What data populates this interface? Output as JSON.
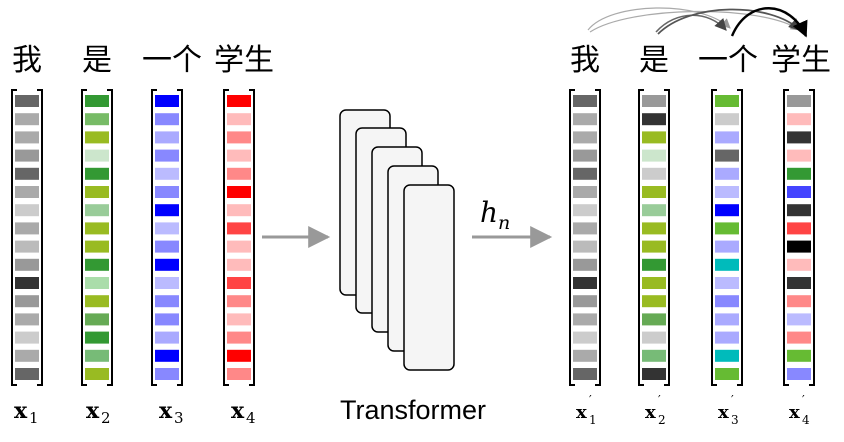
{
  "diagram": {
    "tokens": [
      "我",
      "是",
      "一个",
      "学生"
    ],
    "input_vars": [
      {
        "sym": "x",
        "sub": "1"
      },
      {
        "sym": "x",
        "sub": "2"
      },
      {
        "sym": "x",
        "sub": "3"
      },
      {
        "sym": "x",
        "sub": "4"
      }
    ],
    "output_vars": [
      {
        "sym": "x",
        "sub": "1",
        "prime": "′"
      },
      {
        "sym": "x",
        "sub": "2",
        "prime": "′"
      },
      {
        "sym": "x",
        "sub": "3",
        "prime": "′"
      },
      {
        "sym": "x",
        "sub": "4",
        "prime": "′"
      }
    ],
    "model_label": "Transformer",
    "hidden_label": {
      "base": "h",
      "sub": "n"
    },
    "colors": {
      "bracket": "#000000",
      "arrow": "#999999",
      "card_fill": "#f5f5f5",
      "card_stroke": "#000000"
    },
    "input_vectors": [
      [
        "#666666",
        "#aaaaaa",
        "#aaaaaa",
        "#999999",
        "#666666",
        "#aaaaaa",
        "#cccccc",
        "#aaaaaa",
        "#bbbbbb",
        "#999999",
        "#333333",
        "#999999",
        "#aaaaaa",
        "#cccccc",
        "#aaaaaa",
        "#666666"
      ],
      [
        "#339933",
        "#77bb66",
        "#99bb22",
        "#cce6cc",
        "#339933",
        "#99bb22",
        "#99cc99",
        "#99bb22",
        "#99bb22",
        "#339933",
        "#aaddaa",
        "#99bb22",
        "#66aa55",
        "#339933",
        "#77bb77",
        "#99bb22"
      ],
      [
        "#0000ff",
        "#8888ff",
        "#aaaaff",
        "#8888ff",
        "#bbbbff",
        "#8888ff",
        "#0000ff",
        "#bbbbff",
        "#8888ff",
        "#0000ff",
        "#bbbbff",
        "#8888ff",
        "#8888ff",
        "#aaaaff",
        "#0000ff",
        "#8888ff"
      ],
      [
        "#ff0000",
        "#ffbbbb",
        "#ff8888",
        "#ffbbbb",
        "#ff8888",
        "#ff0000",
        "#ffbbbb",
        "#ff4444",
        "#ffbbbb",
        "#ffbbbb",
        "#ff4444",
        "#ff8888",
        "#ffbbbb",
        "#ff8888",
        "#ff0000",
        "#ff8888"
      ]
    ],
    "output_vectors": [
      [
        "#666666",
        "#aaaaaa",
        "#aaaaaa",
        "#999999",
        "#666666",
        "#aaaaaa",
        "#cccccc",
        "#aaaaaa",
        "#bbbbbb",
        "#999999",
        "#333333",
        "#999999",
        "#aaaaaa",
        "#cccccc",
        "#aaaaaa",
        "#666666"
      ],
      [
        "#999999",
        "#333333",
        "#99bb22",
        "#cce6cc",
        "#cccccc",
        "#99bb22",
        "#99cc99",
        "#99bb22",
        "#99bb22",
        "#339933",
        "#99bb22",
        "#99bb22",
        "#66aa55",
        "#cccccc",
        "#77bb77",
        "#333333"
      ],
      [
        "#66bb33",
        "#cccccc",
        "#aaaaff",
        "#666666",
        "#aaaaff",
        "#bbbbff",
        "#0000ff",
        "#66bb33",
        "#aaaaff",
        "#00bbbb",
        "#bbbbff",
        "#8888ff",
        "#aaaaff",
        "#aaaaff",
        "#00bbbb",
        "#66bb33"
      ],
      [
        "#999999",
        "#ffbbbb",
        "#333333",
        "#ffbbbb",
        "#339933",
        "#4444ff",
        "#333333",
        "#ff4444",
        "#000000",
        "#ffbbbb",
        "#333333",
        "#ff8888",
        "#bbbbff",
        "#ff8888",
        "#66bb33",
        "#8888ff"
      ]
    ]
  }
}
